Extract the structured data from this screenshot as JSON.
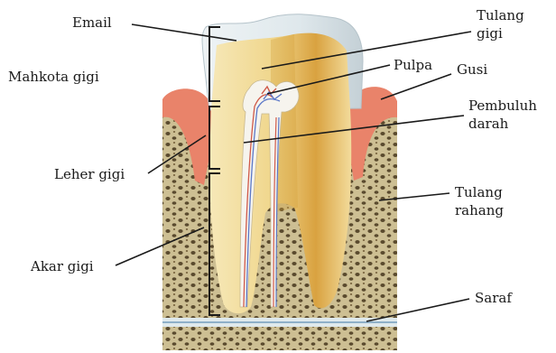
{
  "labels": {
    "email": "Email",
    "mahkota_gigi": "Mahkota gigi",
    "leher_gigi": "Leher gigi",
    "akar_gigi": "Akar gigi",
    "tulang_gigi": [
      "Tulang",
      "gigi"
    ],
    "pulpa": "Pulpa",
    "gusi": "Gusi",
    "pembuluh_darah": [
      "Pembuluh",
      "darah"
    ],
    "tulang_rahang": [
      "Tulang",
      "rahang"
    ],
    "saraf": "Saraf"
  },
  "colors": {
    "bone": "#c9b98c",
    "bone_spot": "#5a4a2e",
    "gum": "#e9836a",
    "enamel": "#e6eef2",
    "dentin": "#f2dfa2",
    "dentin_dark": "#c9922d",
    "pulp": "#f6f4ee",
    "nerve_blue": "#5b78c8",
    "vessel_red": "#d05a4a"
  }
}
